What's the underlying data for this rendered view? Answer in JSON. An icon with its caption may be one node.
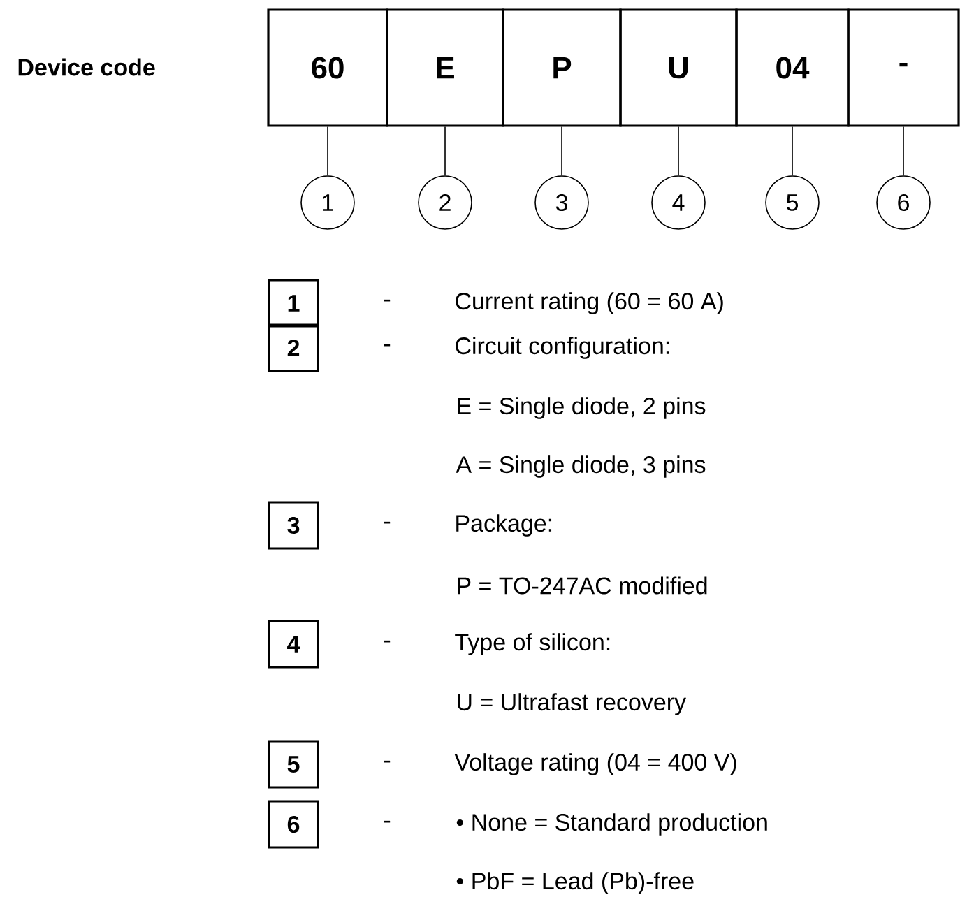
{
  "diagram": {
    "nodes": [
      {
        "text": [
          "60"
        ]
      },
      {
        "text": [
          "E"
        ]
      },
      {
        "text": [
          "P"
        ]
      },
      {
        "text": [
          "U"
        ]
      },
      {
        "text": [
          "04"
        ]
      },
      {
        "text": [
          "-"
        ]
      },
      {
        "text": [
          "1"
        ]
      },
      {
        "text": [
          "2"
        ]
      },
      {
        "text": [
          "3"
        ]
      },
      {
        "text": [
          "4"
        ]
      },
      {
        "text": [
          "5"
        ]
      },
      {
        "text": [
          "6"
        ]
      },
      {
        "text": [
          "1"
        ]
      },
      {
        "text": [
          "2"
        ]
      },
      {
        "text": [
          "3"
        ]
      },
      {
        "text": [
          "4"
        ]
      },
      {
        "text": [
          "5"
        ]
      },
      {
        "text": [
          "6"
        ]
      }
    ],
    "edges": [
      {
        "from": 0,
        "to": 6,
        "arrow": "none"
      },
      {
        "from": 1,
        "to": 7,
        "arrow": "none"
      },
      {
        "from": 2,
        "to": 8,
        "arrow": "none"
      },
      {
        "from": 3,
        "to": 9,
        "arrow": "none"
      },
      {
        "from": 4,
        "to": 10,
        "arrow": "none"
      },
      {
        "from": 5,
        "to": 11,
        "arrow": "none"
      }
    ],
    "labels": [
      "Device code",
      "-",
      "Current rating (60 = 60 A)",
      "-",
      "Circuit configuration:",
      "E = Single diode, 2 pins",
      "A = Single diode, 3 pins",
      "-",
      "Package:",
      "P = TO-247AC modified",
      "-",
      "Type of silicon:",
      "U = Ultrafast recovery",
      "-",
      "Voltage rating (04 = 400 V)",
      "-",
      "• None = Standard production",
      "• PbF = Lead (Pb)-free"
    ]
  }
}
